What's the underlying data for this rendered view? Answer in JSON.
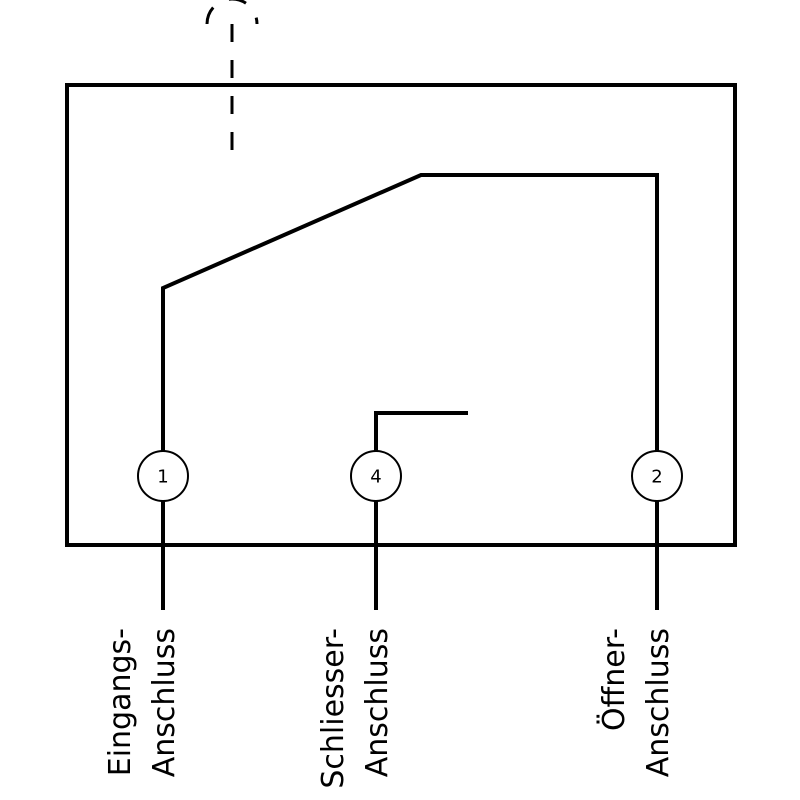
{
  "terminals": {
    "input": {
      "number": "1",
      "label_line1": "Eingangs-",
      "label_line2": "Anschluss"
    },
    "normally_open": {
      "number": "4",
      "label_line1": "Schliesser-",
      "label_line2": "Anschluss"
    },
    "normally_closed": {
      "number": "2",
      "label_line1": "Öffner-",
      "label_line2": "Anschluss"
    }
  }
}
